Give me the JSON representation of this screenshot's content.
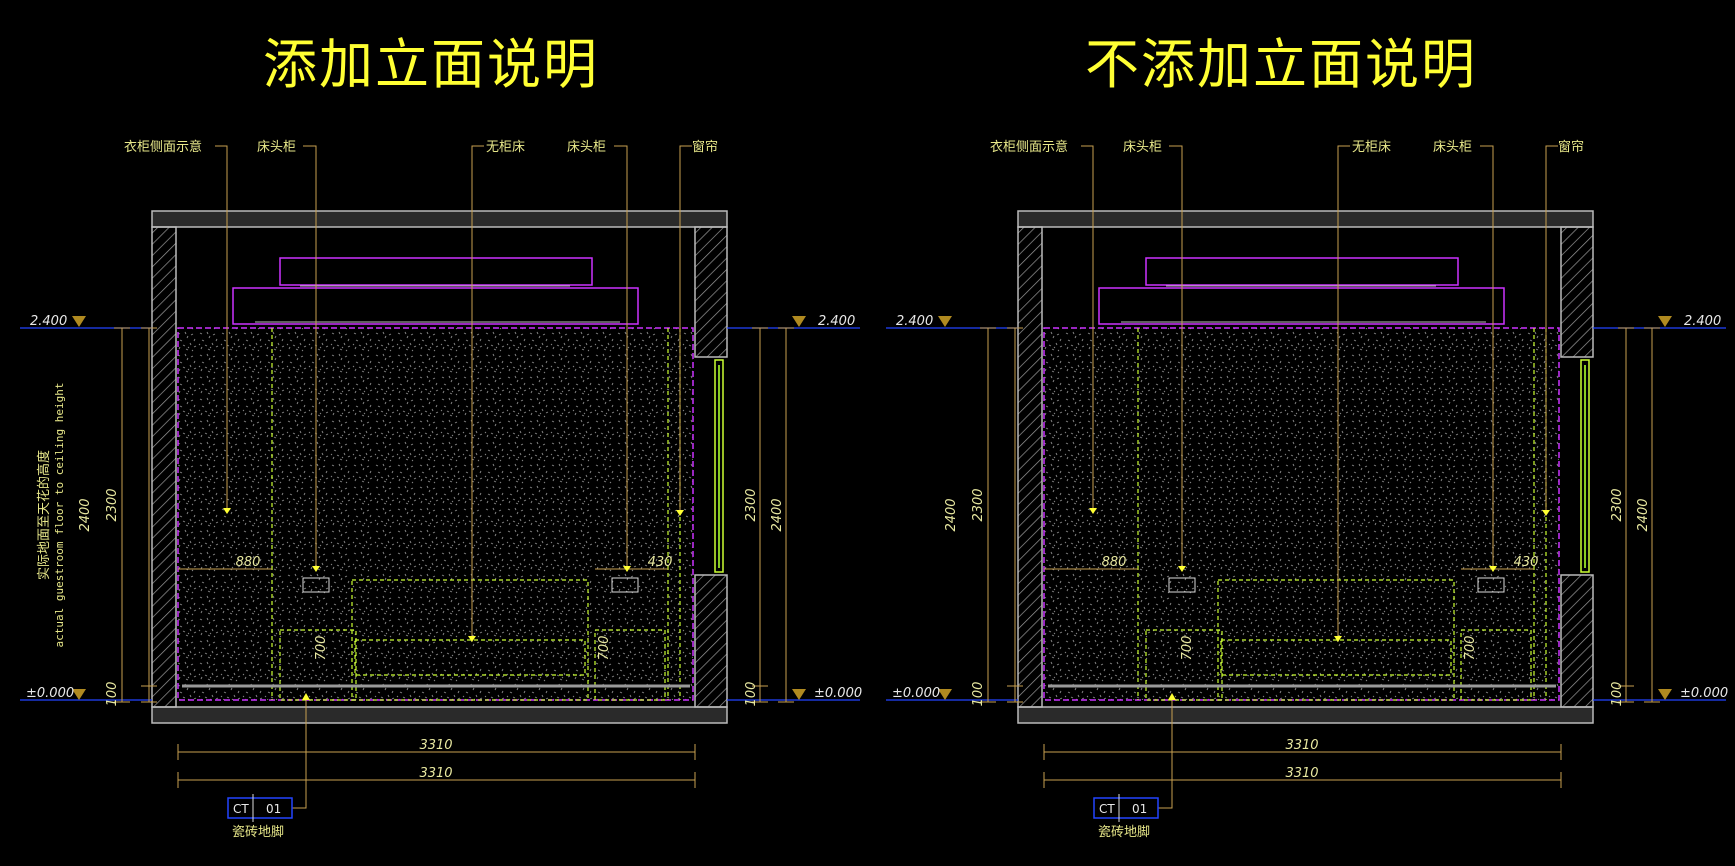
{
  "panels": [
    {
      "title": "添加立面说明",
      "vert_notes": {
        "side": "left",
        "zh": "实际地面至天花的高度",
        "en": "actual guestroom floor to ceiling height"
      }
    },
    {
      "title": "不添加立面说明",
      "vert_notes": null
    }
  ],
  "drawing": {
    "callouts": {
      "wardrobe": "衣柜侧面示意",
      "nightstand_left": "床头柜",
      "bed": "无柜床",
      "nightstand_right": "床头柜",
      "curtain": "窗帘"
    },
    "levels": {
      "top": "2.400",
      "bottom": "±0.000"
    },
    "dims": {
      "outer": "2400",
      "inner": "2300",
      "base": "100",
      "width_1": "3310",
      "width_2": "3310",
      "left_cab": "880",
      "right_cab": "430",
      "left_h": "700",
      "right_h": "700"
    },
    "material_tag": {
      "code": "CT",
      "num": "01",
      "label": "瓷砖地脚"
    }
  },
  "colors": {
    "title": "#ffff33",
    "leader": "#c8a050",
    "magenta": "#cc33ff",
    "level_line": "#2244ff",
    "yellow_green": "#ccff33",
    "wall": "#b0b0b0"
  }
}
